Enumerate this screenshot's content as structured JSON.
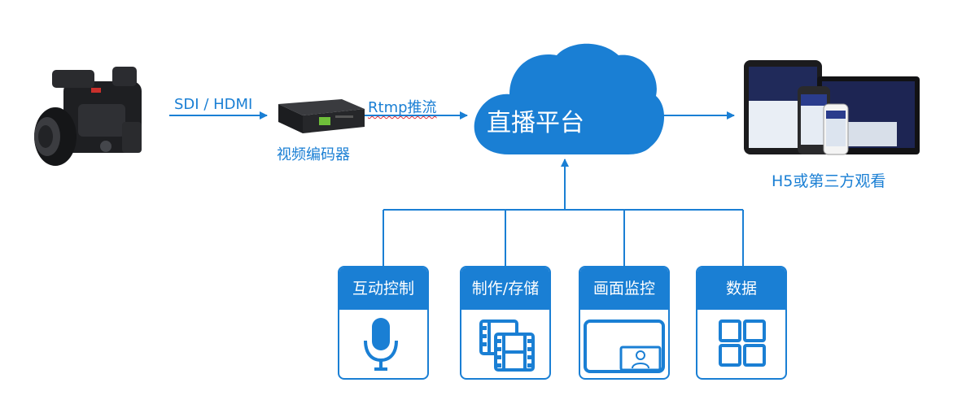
{
  "labels": {
    "sdi_hdmi": "SDI / HDMI",
    "encoder": "视频编码器",
    "rtmp": "Rtmp推流",
    "platform": "直播平台",
    "viewing": "H5或第三方观看"
  },
  "modules": [
    {
      "label": "互动控制",
      "icon": "microphone-icon"
    },
    {
      "label": "制作/存储",
      "icon": "film-strip-icon"
    },
    {
      "label": "画面监控",
      "icon": "monitor-screen-icon"
    },
    {
      "label": "数据",
      "icon": "grid-icon"
    }
  ],
  "colors": {
    "accent": "#1a7fd4",
    "white": "#ffffff",
    "squiggle": "#e0303a"
  }
}
